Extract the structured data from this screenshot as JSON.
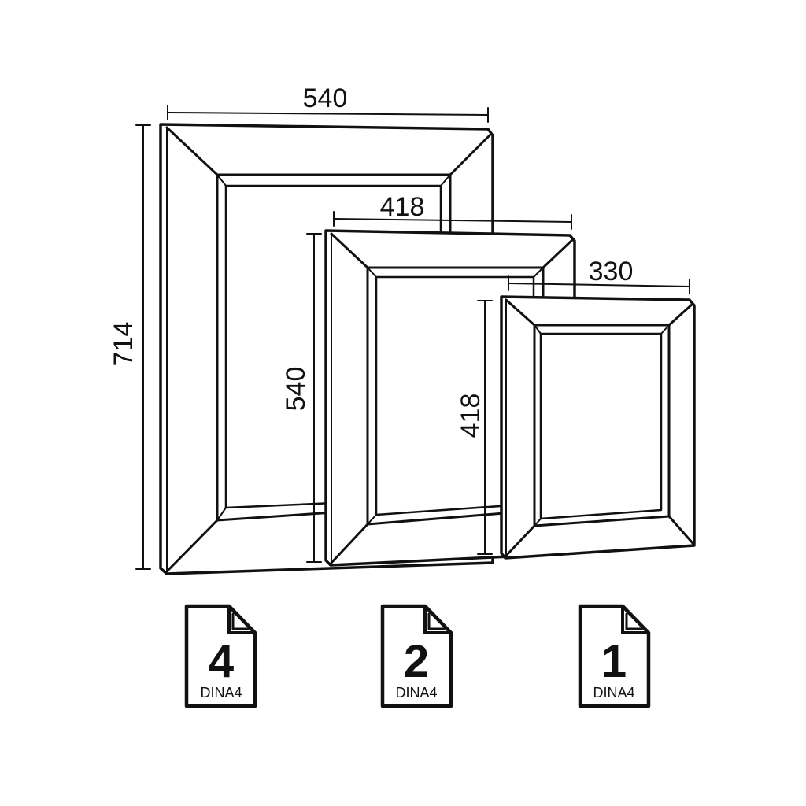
{
  "colors": {
    "line": "#111111",
    "background": "#ffffff"
  },
  "frames": [
    {
      "id": "large",
      "width_label": "540",
      "height_label": "714"
    },
    {
      "id": "medium",
      "width_label": "418",
      "height_label": "540"
    },
    {
      "id": "small",
      "width_label": "330",
      "height_label": "418"
    }
  ],
  "documents": [
    {
      "count": "4",
      "paper": "DINA4",
      "icon": "document-icon"
    },
    {
      "count": "2",
      "paper": "DINA4",
      "icon": "document-icon"
    },
    {
      "count": "1",
      "paper": "DINA4",
      "icon": "document-icon"
    }
  ]
}
